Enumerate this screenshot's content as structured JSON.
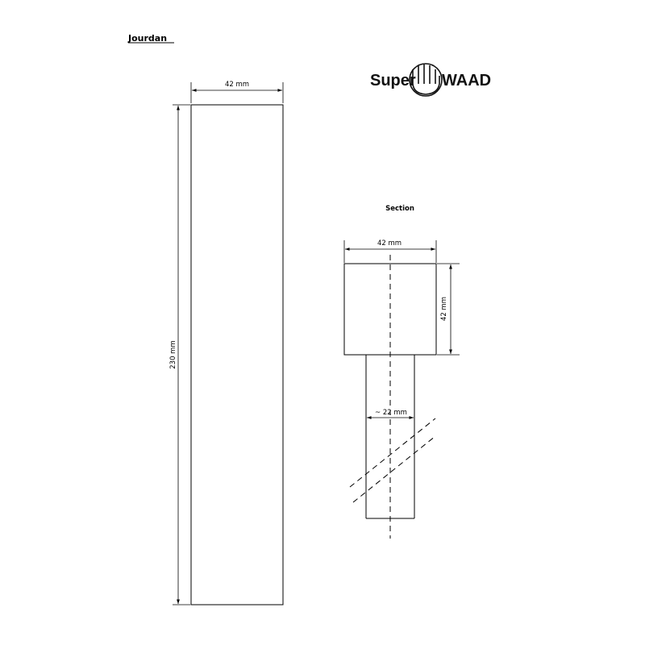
{
  "header": {
    "title": "Jourdan"
  },
  "logo": {
    "text_left": "Super",
    "text_right": "WAAD",
    "icon": "hand-circle-icon"
  },
  "front_view": {
    "width_label": "42 mm",
    "height_label": "230 mm"
  },
  "section_view": {
    "title": "Section",
    "head_width_label": "42 mm",
    "head_height_label": "42 mm",
    "shaft_width_label": "~ 22 mm"
  }
}
